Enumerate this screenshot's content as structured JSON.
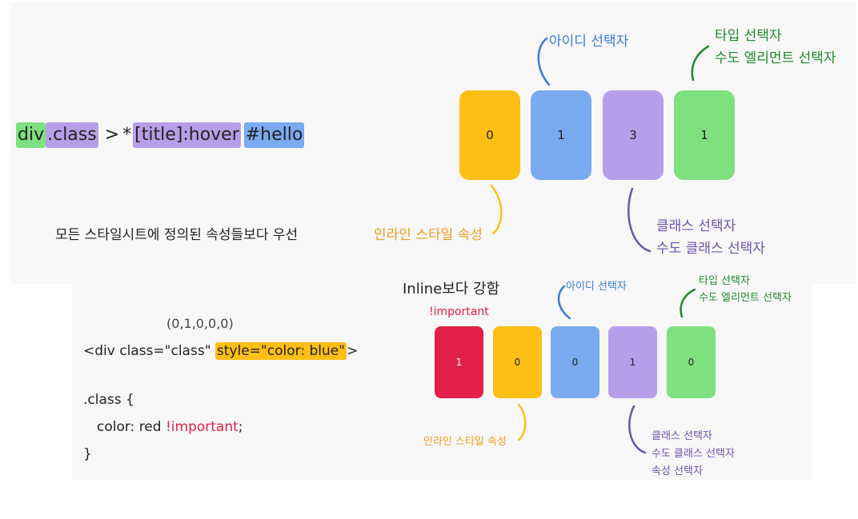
{
  "top": {
    "selector_parts": [
      "div",
      ".class",
      ">",
      "*",
      "[title]:hover",
      "#hello"
    ],
    "boxes": [
      "0",
      "1",
      "3",
      "1"
    ],
    "labels": {
      "id": "아이디 선택자",
      "type_line1": "타입 선택자",
      "type_line2": "수도 엘리먼트 선택자",
      "class_line1": "클래스 선택자",
      "class_line2": "수도 클래스 선택자",
      "note": "모든 스타일시트에 정의된 속성들보다 우선",
      "inline": "인라인 스타일 속성"
    }
  },
  "bottom": {
    "heading": "Inline보다 강함",
    "important": "!important",
    "tuple": "(0,1,0,0,0)",
    "html_prefix": "<div class=\"class\" ",
    "html_style": "style=\"color: blue\"",
    "html_suffix": ">",
    "css_open": ".class {",
    "css_prop": "color: red ",
    "css_important": "!important",
    "css_semicolon": ";",
    "css_close": "}",
    "boxes": [
      "1",
      "0",
      "0",
      "1",
      "0"
    ],
    "labels": {
      "id": "아이디 선택자",
      "type_line1": "타입 선택자",
      "type_line2": "수도 엘리먼트 선택자",
      "inline": "인라인 스타일 속성",
      "class_line1": "클래스 선택자",
      "class_line2": "수도 클래스 선택자",
      "class_line3": "속성 선택자"
    }
  },
  "colors": {
    "important": "#e02048",
    "inline": "#fdbe16",
    "id": "#7aaaf0",
    "class": "#b79ee8",
    "type": "#7fe07f"
  }
}
